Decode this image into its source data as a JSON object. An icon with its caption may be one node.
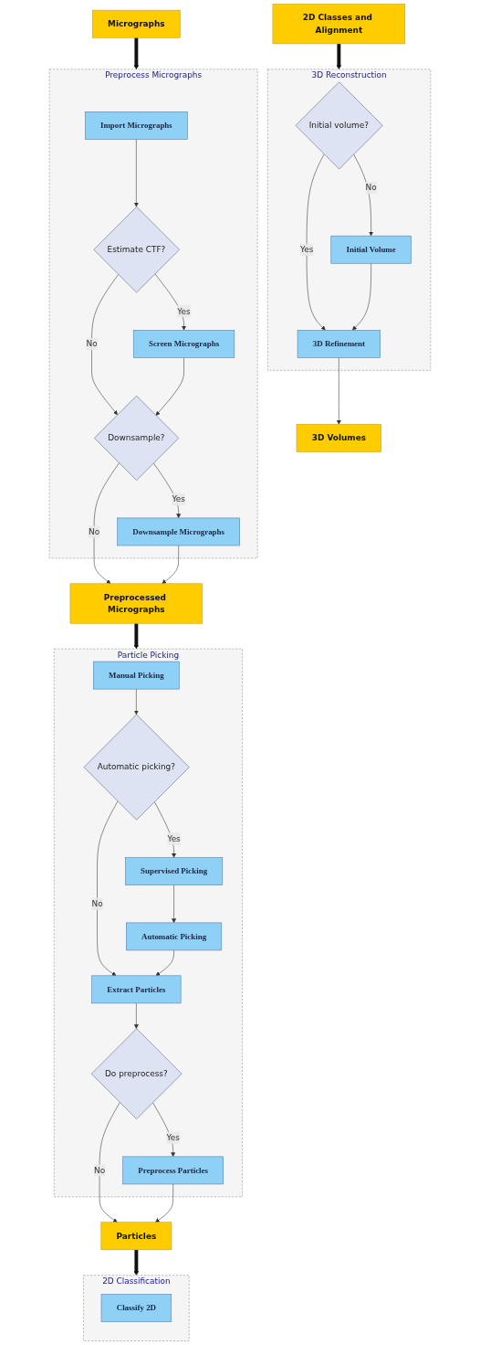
{
  "diagram": {
    "nodes": [
      {
        "text": [
          "Micrographs"
        ]
      },
      {
        "text": [
          "Preprocess Micrographs"
        ]
      },
      {
        "text": [
          "Import Micrographs"
        ],
        "in": 1
      },
      {
        "text": [
          "Estimate CTF?"
        ],
        "in": 1
      },
      {
        "text": [
          "Screen Micrographs"
        ],
        "in": 1
      },
      {
        "text": [
          "Downsample?"
        ],
        "in": 1
      },
      {
        "text": [
          "Downsample Micrographs"
        ],
        "in": 1
      },
      {
        "text": [
          "Preprocessed Micrographs"
        ]
      },
      {
        "text": [
          "Particle Picking"
        ]
      },
      {
        "text": [
          "Manual Picking"
        ],
        "in": 8
      },
      {
        "text": [
          "Automatic picking?"
        ],
        "in": 8
      },
      {
        "text": [
          "Supervised Picking"
        ],
        "in": 8
      },
      {
        "text": [
          "Extract Particles"
        ],
        "in": 8
      },
      {
        "text": [
          "Automatic Picking"
        ],
        "in": 8
      },
      {
        "text": [
          "Do preprocess?"
        ],
        "in": 8
      },
      {
        "text": [
          "Preprocess Particles"
        ],
        "in": 8
      },
      {
        "text": [
          "Particles"
        ]
      },
      {
        "text": [
          "2D Classification"
        ]
      },
      {
        "text": [
          "Classify 2D"
        ],
        "in": 17
      },
      {
        "text": [
          "2D Classes and Alignment"
        ]
      },
      {
        "text": [
          "3D Reconstruction"
        ]
      },
      {
        "text": [
          "Initial volume?"
        ],
        "in": 20
      },
      {
        "text": [
          "Initial Volume"
        ],
        "in": 20
      },
      {
        "text": [
          "3D Refinement"
        ],
        "in": 20
      },
      {
        "text": [
          "3D Volumes"
        ]
      }
    ],
    "edges": [
      {
        "from": 0,
        "to": 1,
        "arrow": "to",
        "style": "thick"
      },
      {
        "from": 2,
        "to": 3,
        "arrow": "to"
      },
      {
        "from": 3,
        "to": 4,
        "arrow": "to",
        "label": "Yes"
      },
      {
        "from": 3,
        "to": 5,
        "arrow": "to",
        "label": "No"
      },
      {
        "from": 4,
        "to": 5,
        "arrow": "to"
      },
      {
        "from": 5,
        "to": 6,
        "arrow": "to",
        "label": "Yes"
      },
      {
        "from": 5,
        "to": 7,
        "arrow": "to",
        "label": "No"
      },
      {
        "from": 6,
        "to": 7,
        "arrow": "to"
      },
      {
        "from": 7,
        "to": 8,
        "arrow": "to",
        "style": "thick"
      },
      {
        "from": 9,
        "to": 10,
        "arrow": "to"
      },
      {
        "from": 10,
        "to": 11,
        "arrow": "to",
        "label": "Yes"
      },
      {
        "from": 10,
        "to": 12,
        "arrow": "to",
        "label": "No"
      },
      {
        "from": 11,
        "to": 13,
        "arrow": "to"
      },
      {
        "from": 13,
        "to": 12,
        "arrow": "to"
      },
      {
        "from": 12,
        "to": 14,
        "arrow": "to"
      },
      {
        "from": 14,
        "to": 15,
        "arrow": "to",
        "label": "Yes"
      },
      {
        "from": 14,
        "to": 16,
        "arrow": "to",
        "label": "No"
      },
      {
        "from": 15,
        "to": 16,
        "arrow": "to"
      },
      {
        "from": 16,
        "to": 17,
        "arrow": "to",
        "style": "thick"
      },
      {
        "from": 19,
        "to": 20,
        "arrow": "to",
        "style": "thick"
      },
      {
        "from": 21,
        "to": 22,
        "arrow": "to",
        "label": "No"
      },
      {
        "from": 21,
        "to": 23,
        "arrow": "to",
        "label": "Yes"
      },
      {
        "from": 22,
        "to": 23,
        "arrow": "to"
      },
      {
        "from": 23,
        "to": 24,
        "arrow": "to"
      }
    ]
  }
}
